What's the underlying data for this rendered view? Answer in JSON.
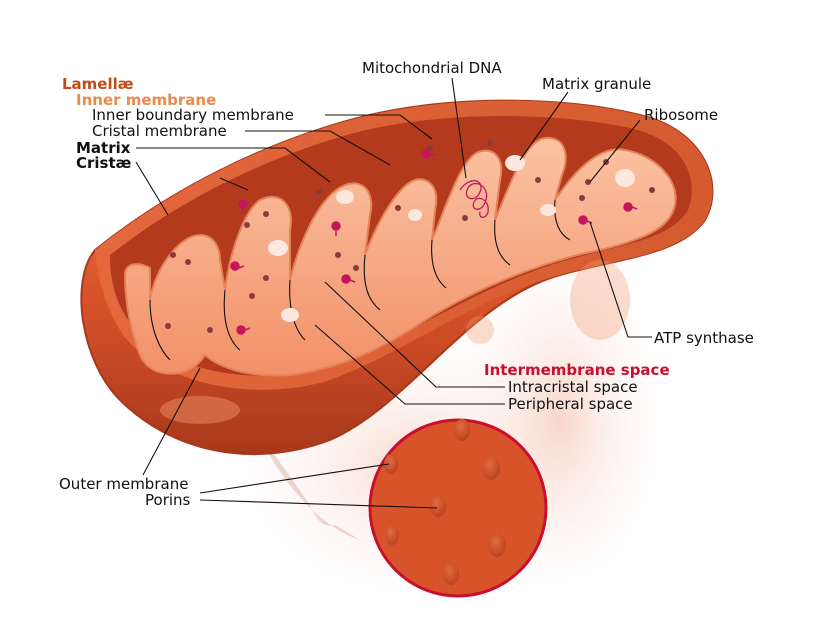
{
  "colors": {
    "outer_membrane": "#d9532a",
    "outer_membrane_light": "#ee7a4c",
    "outer_membrane_dark": "#a8381b",
    "inner_cavity": "#b43a1e",
    "matrix": "#f6a07c",
    "matrix_light": "#fbc3a3",
    "cristae_edge": "#e4835a",
    "atp_synthase": "#c2185b",
    "ribosome": "#8a3a3a",
    "granule": "#fde8df",
    "porin": "#9b2413",
    "porin_circle_border": "#c8102e",
    "intermembrane_label": "#c8102e",
    "lamellae_label": "#c44a1a",
    "inner_membrane_label": "#e98a4e"
  },
  "labels": {
    "lamellae": "Lamellæ",
    "inner_membrane": "Inner membrane",
    "inner_boundary_membrane": "Inner boundary membrane",
    "cristal_membrane": "Cristal membrane",
    "matrix": "Matrix",
    "cristae": "Cristæ",
    "mitochondrial_dna": "Mitochondrial DNA",
    "matrix_granule": "Matrix granule",
    "ribosome": "Ribosome",
    "atp_synthase": "ATP synthase",
    "intermembrane_space": "Intermembrane space",
    "intracristal_space": "Intracristal space",
    "peripheral_space": "Peripheral space",
    "outer_membrane": "Outer membrane",
    "porins": "Porins"
  }
}
